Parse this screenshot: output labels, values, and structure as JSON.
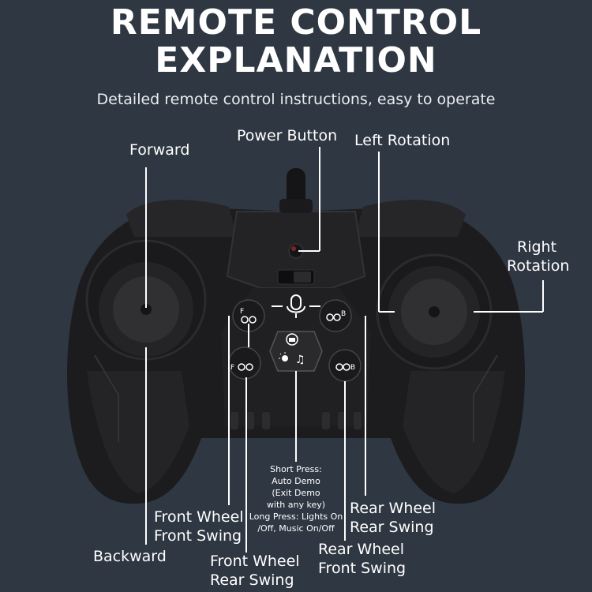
{
  "header": {
    "title_line1": "REMOTE CONTROL",
    "title_line2": "EXPLANATION",
    "subtitle": "Detailed remote control instructions, easy to operate"
  },
  "labels": {
    "forward": "Forward",
    "power_button": "Power Button",
    "left_rotation": "Left Rotation",
    "right_rotation_1": "Right",
    "right_rotation_2": "Rotation",
    "front_wheel_front_swing_1": "Front Wheel",
    "front_wheel_front_swing_2": "Front Swing",
    "backward": "Backward",
    "front_wheel_rear_swing_1": "Front Wheel",
    "front_wheel_rear_swing_2": "Rear Swing",
    "rear_wheel_rear_swing_1": "Rear Wheel",
    "rear_wheel_rear_swing_2": "Rear Swing",
    "rear_wheel_front_swing_1": "Rear Wheel",
    "rear_wheel_front_swing_2": "Front Swing"
  },
  "center_note": {
    "line1": "Short Press:",
    "line2": "Auto Demo",
    "line3": "(Exit Demo",
    "line4": "with any key)",
    "line5": "Long Press: Lights On",
    "line6": "/Off, Music On/Off"
  },
  "button_marks": {
    "f": "F",
    "b": "B"
  },
  "colors": {
    "background": "#2f3742",
    "controller_body": "#1c1c1e",
    "controller_shade": "#2a2a2c",
    "text": "#ffffff",
    "leader_line": "#ffffff"
  },
  "icons": [
    "microphone-icon",
    "light-icon",
    "music-note-icon",
    "lock-icon",
    "chain-icon"
  ]
}
